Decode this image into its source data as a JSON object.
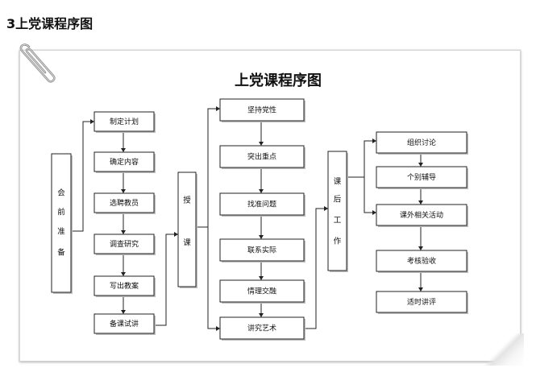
{
  "heading": "3上党课程序图",
  "diagram": {
    "title": "上党课程序图",
    "prep_label": [
      "会",
      "前",
      "准",
      "备"
    ],
    "prep_steps": [
      "制定计划",
      "确定内容",
      "选聘教员",
      "调查研究",
      "写出教案",
      "备课试讲"
    ],
    "teach_label": [
      "授",
      "课"
    ],
    "teach_steps": [
      "坚持党性",
      "突出重点",
      "找准问题",
      "联系实际",
      "情理交融",
      "讲究艺术"
    ],
    "after_label": [
      "课",
      "后",
      "工",
      "作"
    ],
    "after_steps": [
      "组织讨论",
      "个别辅导",
      "课外相关活动",
      "考核验收",
      "适时讲评"
    ]
  }
}
